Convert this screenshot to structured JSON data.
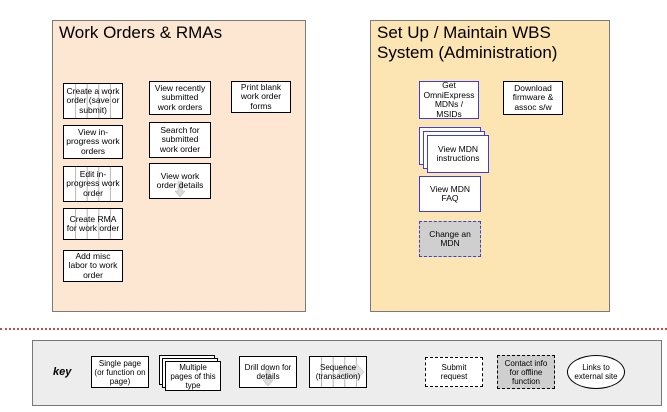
{
  "left_panel": {
    "title": "Work Orders & RMAs",
    "fill": "#fde6d2",
    "nodes": {
      "create_work_order": "Create a work order (save or submit)",
      "view_in_progress": "View in-progress work orders",
      "edit_in_progress": "Edit in-progress work order",
      "create_rma": "Create RMA for work order",
      "add_misc_labor": "Add misc labor to work order",
      "view_recent_submitted": "View recently submitted work orders",
      "search_submitted": "Search for submitted work order",
      "view_work_order_details": "View work order details",
      "print_blank_forms": "Print blank work order forms"
    }
  },
  "right_panel": {
    "title": "Set Up / Maintain WBS System (Administration)",
    "fill": "#fde4b3",
    "nodes": {
      "get_mdns": "Get OmniExpress MDNs / MSIDs",
      "download_firmware": "Download firmware & assoc s/w",
      "view_mdn_instructions": "View MDN instructions",
      "view_mdn_faq": "View MDN FAQ",
      "change_mdn": "Change an MDN"
    }
  },
  "key": {
    "label": "key",
    "single_page": "Single page (or function on page)",
    "multiple_pages": "Multiple pages of this type",
    "drill_down": "Drill down for details",
    "sequence": "Sequence (transaction)",
    "submit_request": "Submit request",
    "contact_offline": "Contact info for offline function",
    "external_links": "Links to external site"
  },
  "colors": {
    "accent_blue": "#3d3fd1",
    "divider_red": "#c0504d",
    "dashed_fill": "#cfcfcf"
  }
}
